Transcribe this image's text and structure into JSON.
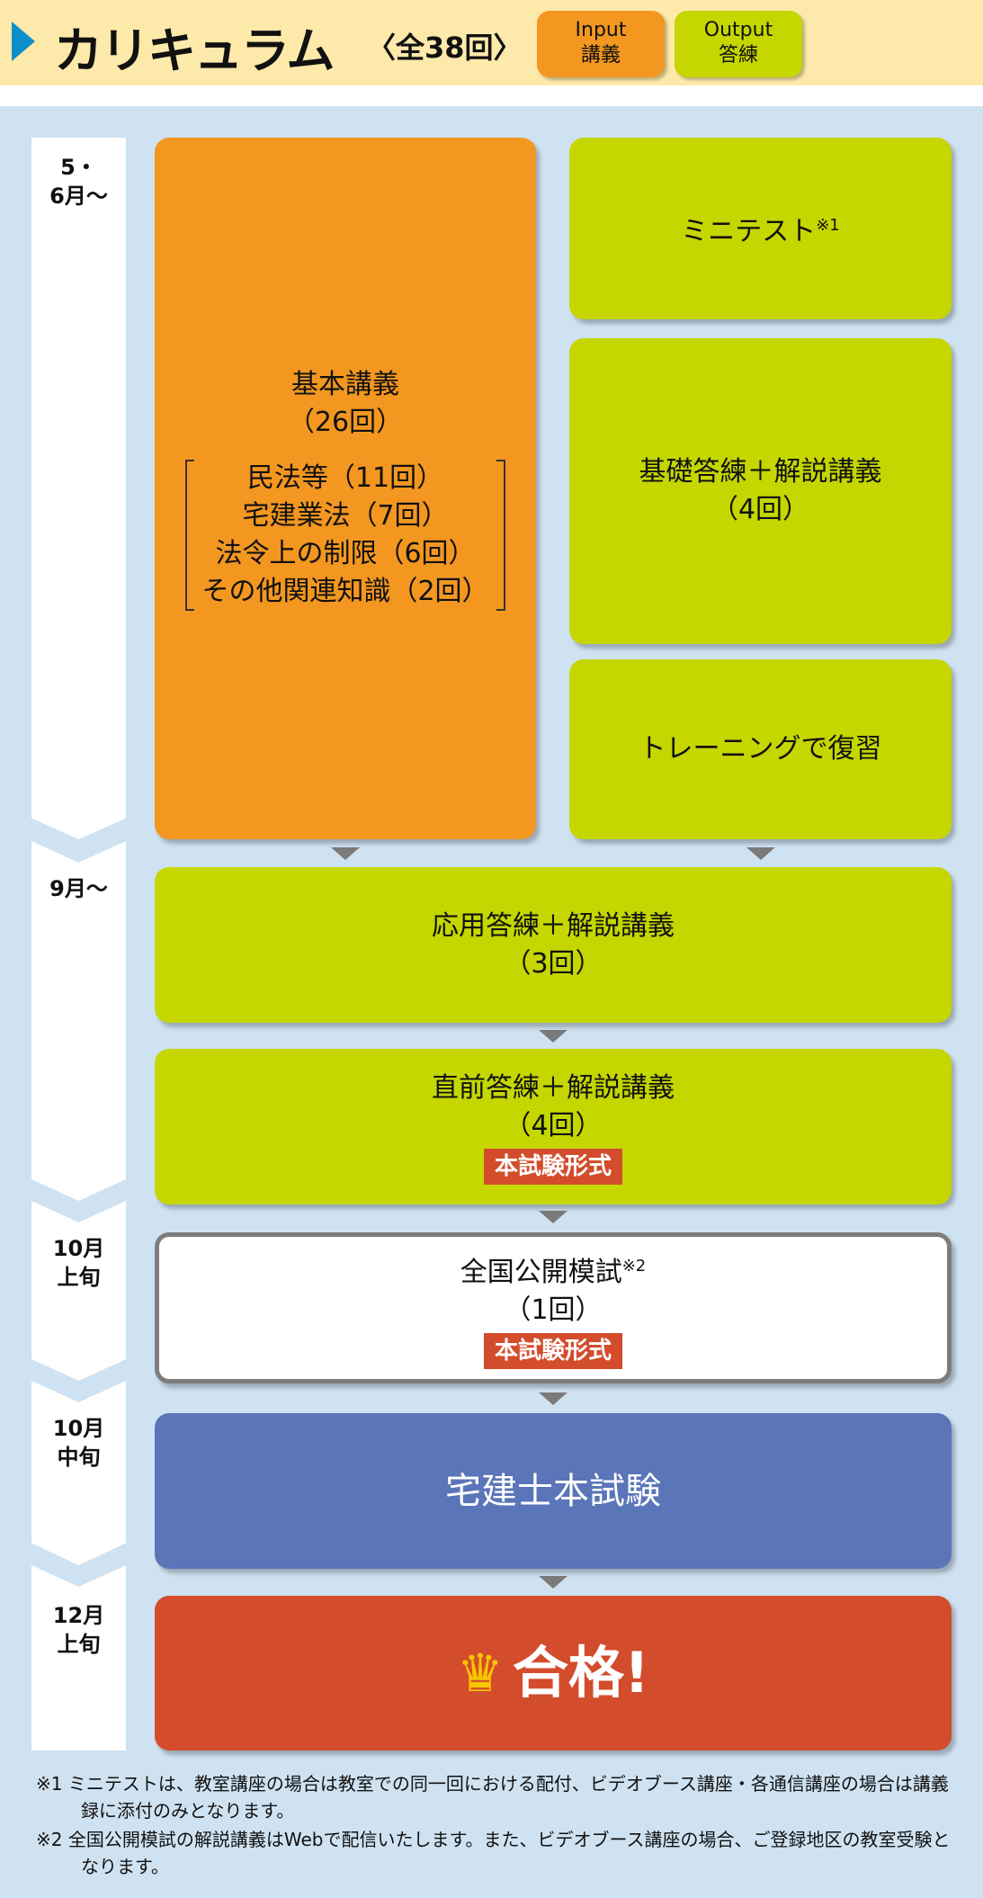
{
  "header": {
    "title": "カリキュラム",
    "subtitle": "〈全38回〉",
    "input_tag": [
      "Input",
      "講義"
    ],
    "output_tag": [
      "Output",
      "答練"
    ]
  },
  "timeline": [
    "5・",
    "6月～",
    "9月～",
    "10月",
    "上旬",
    "10月",
    "中旬",
    "12月",
    "上旬"
  ],
  "boxes": {
    "basic": {
      "title": "基本講義",
      "count": "（26回）",
      "items": [
        "民法等（11回）",
        "宅建業法（7回）",
        "法令上の制限（6回）",
        "その他関連知識（2回）"
      ]
    },
    "minitest": {
      "label": "ミニテスト",
      "note": "※1"
    },
    "kiso": {
      "title": "基礎答練＋解説講義",
      "count": "（4回）"
    },
    "training": {
      "label": "トレーニングで復習"
    },
    "oyo": {
      "title": "応用答練＋解説講義",
      "count": "（3回）"
    },
    "chokuzen": {
      "title": "直前答練＋解説講義",
      "count": "（4回）",
      "tag": "本試験形式"
    },
    "zenkoku": {
      "title": "全国公開模試",
      "note": "※2",
      "count": "（1回）",
      "tag": "本試験形式"
    },
    "exam": {
      "label": "宅建士本試験"
    },
    "pass": {
      "label": "合格!"
    }
  },
  "footnotes": [
    "※1  ミニテストは、教室講座の場合は教室での同一回における配付、ビデオブース講座・各通信講座の場合は講義録に添付のみとなります。",
    "※2  全国公開模試の解説講義はWebで配信いたします。また、ビデオブース講座の場合、ご登録地区の教室受験となります。"
  ],
  "colors": {
    "input": "#f39720",
    "output": "#c5d600",
    "exam": "#5a75b8",
    "pass": "#d34c2c"
  }
}
